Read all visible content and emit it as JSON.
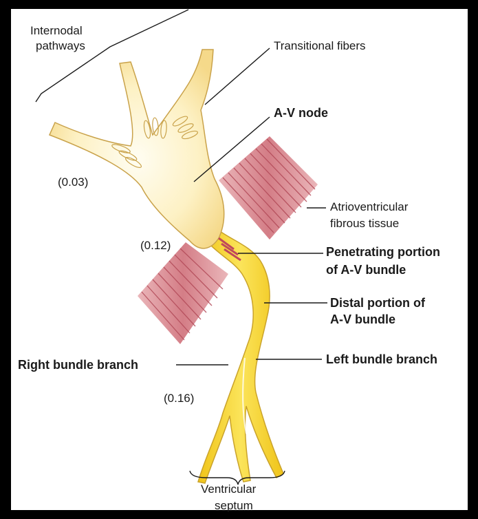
{
  "labels": {
    "internodal_line1": "Internodal",
    "internodal_line2": "pathways",
    "transitional": "Transitional fibers",
    "av_node": "A-V node",
    "atrioventricular_line1": "Atrioventricular",
    "atrioventricular_line2": "fibrous tissue",
    "penetrating_line1": "Penetrating portion",
    "penetrating_line2": "of A-V bundle",
    "distal_line1": "Distal portion of",
    "distal_line2": "A-V bundle",
    "right_bundle": "Right bundle branch",
    "left_bundle": "Left bundle branch",
    "ventricular_line1": "Ventricular",
    "ventricular_line2": "septum"
  },
  "timings": {
    "t1": "(0.03)",
    "t2": "(0.12)",
    "t3": "(0.16)"
  },
  "colors": {
    "conduction_fill": "#f7dc74",
    "node_fill": "#fdf3c8",
    "bundle_fill": "#f6d224",
    "fibrous_tissue": "#d98a90",
    "fibrous_stripes": "#b84a58",
    "outline": "#c9a24a"
  }
}
